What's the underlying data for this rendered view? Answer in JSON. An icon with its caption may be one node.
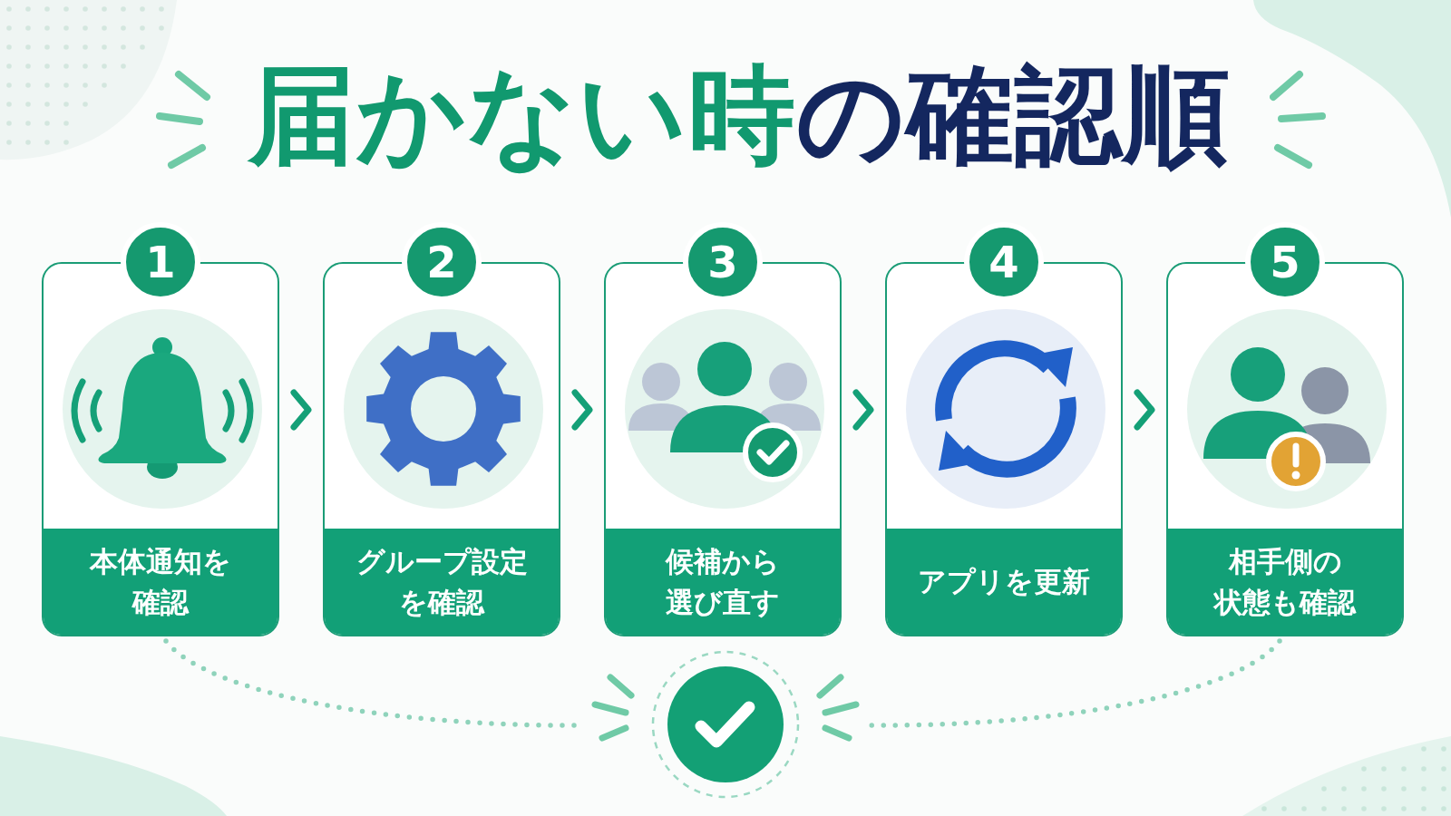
{
  "diagram": {
    "title": "届かない時**の確認順**",
    "nodes": [
      {
        "text": [
          "1",
          "本体通知を確認"
        ]
      },
      {
        "text": [
          "2",
          "グループ設定を確認"
        ]
      },
      {
        "text": [
          "3",
          "候補から選び直す"
        ]
      },
      {
        "text": [
          "4",
          "アプリを更新"
        ]
      },
      {
        "text": [
          "5",
          "相手側の状態も確認"
        ]
      },
      {
        "text": [],
        "shape": "circle"
      }
    ],
    "edges": [
      {
        "from": 0,
        "to": 1,
        "arrow": "to"
      },
      {
        "from": 1,
        "to": 2,
        "arrow": "to"
      },
      {
        "from": 2,
        "to": 3,
        "arrow": "to"
      },
      {
        "from": 3,
        "to": 4,
        "arrow": "to"
      },
      {
        "from": 0,
        "to": 5,
        "arrow": "none",
        "style": "dashed",
        "color": "#8fd3bb"
      },
      {
        "from": 4,
        "to": 5,
        "arrow": "none",
        "style": "dashed",
        "color": "#8fd3bb"
      }
    ]
  }
}
